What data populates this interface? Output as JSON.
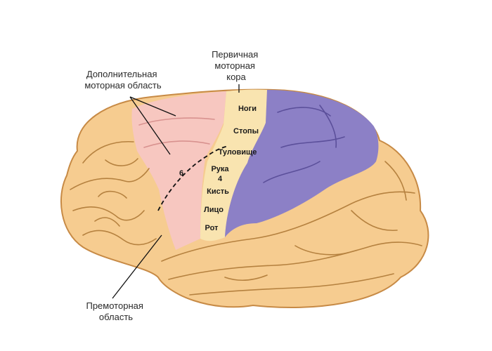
{
  "callouts": {
    "supplementary_motor": [
      "Дополнительная",
      "моторная область"
    ],
    "primary_motor": [
      "Первичная",
      "моторная",
      "кора"
    ],
    "premotor": [
      "Премоторная",
      "область"
    ]
  },
  "regions": {
    "legs": "Ноги",
    "feet": "Стопы",
    "trunk": "Туловище",
    "arm": "Рука",
    "area4": "4",
    "hand": "Кисть",
    "face": "Лицо",
    "mouth": "Рот",
    "area6": "6"
  },
  "colors": {
    "brain": "#f6cc90",
    "brain_outline": "#c78a45",
    "premotor_pink": "#f7c6c3",
    "primary_motor": "#f9e4b0",
    "parietal_purple": "#8c80c6"
  }
}
